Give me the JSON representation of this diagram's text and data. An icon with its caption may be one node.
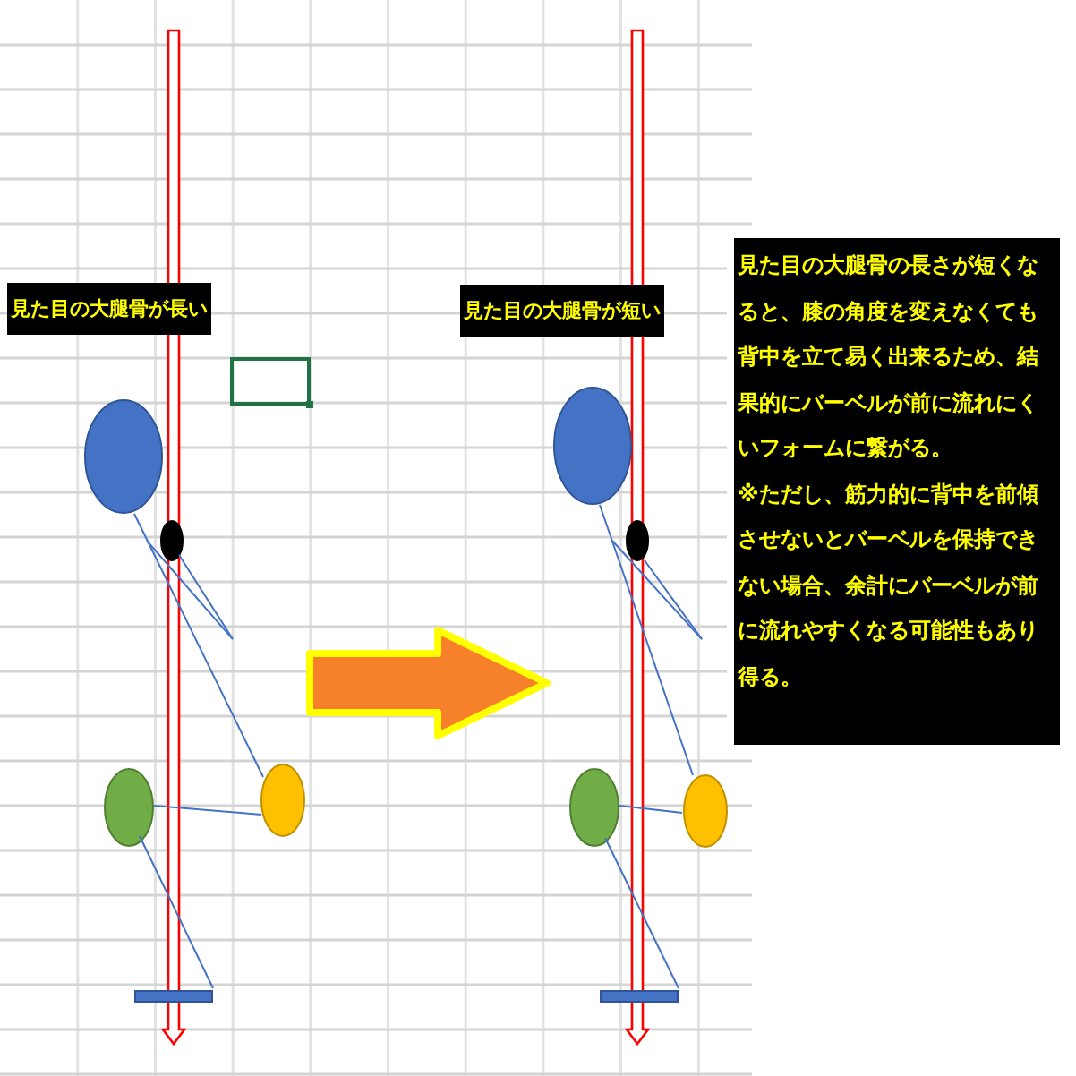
{
  "diagram": {
    "nodes": [
      {
        "text": [
          "見た目の大腿骨が長い"
        ]
      },
      {
        "text": [],
        "shape": "picture"
      },
      {
        "text": [
          "見た目の大腿骨が短い"
        ]
      },
      {
        "text": [],
        "shape": "picture"
      },
      {
        "text": [
          "見た目の大腿骨の長さが短くなると、膝の角度を変えなくても背中を立て易く出来るため、結果的にバーベルが前に流れにくいフォームに繋がる。",
          "※ただし、筋力的に背中を前傾させないとバーベルを保持できない場合、余計にバーベルが前に流れやすくなる可能性もあり得る。"
        ]
      }
    ],
    "edges": [
      {
        "from": 1,
        "to": 3,
        "arrow": "to",
        "style": "thick"
      }
    ]
  }
}
